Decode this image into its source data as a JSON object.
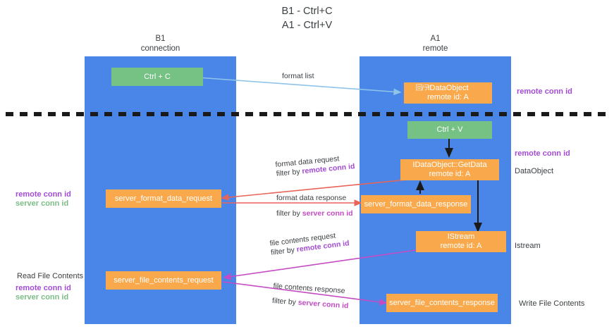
{
  "title": {
    "line1": "B1 - Ctrl+C",
    "line2": "A1 - Ctrl+V"
  },
  "columns": {
    "left": {
      "name": "B1",
      "role": "connection"
    },
    "right": {
      "name": "A1",
      "role": "remote"
    }
  },
  "nodes": {
    "ctrl_c": {
      "label": "Ctrl + C"
    },
    "ctrl_v": {
      "label": "Ctrl + V"
    },
    "idataobject": {
      "label": "IDataObject",
      "sub": "remote id: A",
      "glitch": "回/テI"
    },
    "getdata": {
      "label": "IDataObject::GetData",
      "sub": "remote id: A"
    },
    "istream": {
      "label": "IStream",
      "sub": "remote id: A"
    },
    "server_format_data_request": {
      "label": "server_format_data_request"
    },
    "server_format_data_response": {
      "label": "server_format_data_response"
    },
    "server_file_contents_request": {
      "label": "server_file_contents_request"
    },
    "server_file_contents_response": {
      "label": "server_file_contents_response"
    }
  },
  "edges": {
    "format_list": {
      "label": "format list"
    },
    "format_data_request": {
      "label": "format data request",
      "filter_prefix": "filter by ",
      "filter_key": "remote conn id"
    },
    "format_data_response": {
      "label": "format data response",
      "filter_prefix": "filter by ",
      "filter_key": "server conn id"
    },
    "file_contents_request": {
      "label": "file contents request",
      "filter_prefix": "filter by ",
      "filter_key": "remote conn id"
    },
    "file_contents_response": {
      "label": "file contents response",
      "filter_prefix": "filter by ",
      "filter_key": "server conn id"
    }
  },
  "annotations": {
    "right_top_remote": "remote conn id",
    "right_mid_remote": "remote conn id",
    "right_dataobject": "DataObject",
    "right_istream": "Istream",
    "right_write": "Write File Contents",
    "left_remote_1": "remote conn id",
    "left_server_1": "server conn id",
    "left_read": "Read File Contents",
    "left_remote_2": "remote conn id",
    "left_server_2": "server conn id"
  },
  "colors": {
    "lane": "#4a86e8",
    "green_box": "#76c184",
    "orange_box": "#f9a94b",
    "purple": "#a44bd6",
    "green_text": "#7bbd85",
    "pink": "#c44bc4",
    "red_arrow": "#e8645a",
    "blue_arrow": "#8fc3e8",
    "divider": "#222222"
  }
}
